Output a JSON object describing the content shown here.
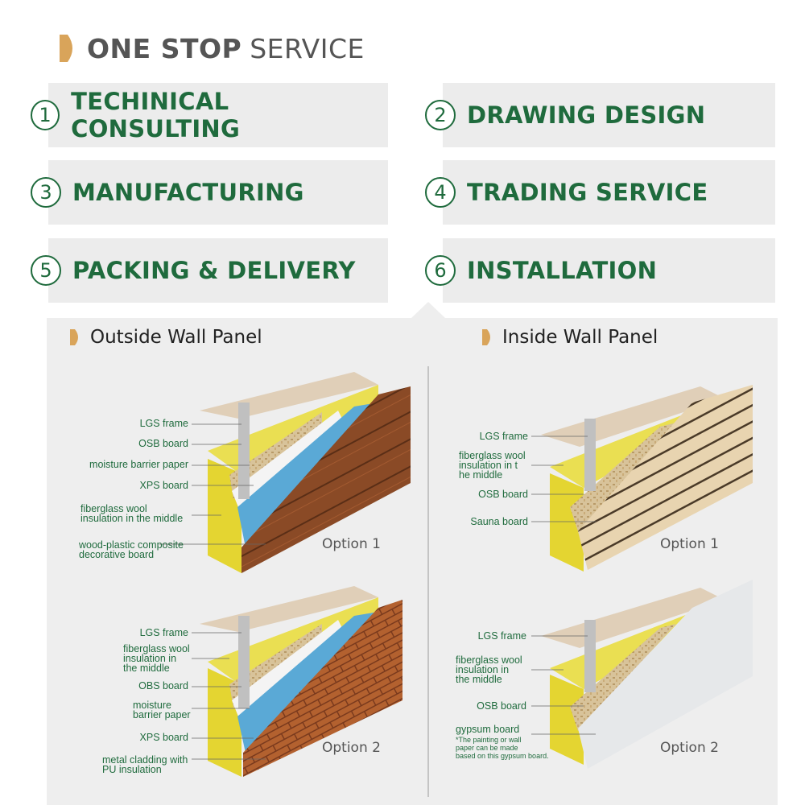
{
  "header": {
    "title_bold": "ONE STOP",
    "title_light": "SERVICE"
  },
  "services": [
    {
      "num": "1",
      "label": "TECHINICAL CONSULTING"
    },
    {
      "num": "2",
      "label": "DRAWING DESIGN"
    },
    {
      "num": "3",
      "label": "MANUFACTURING"
    },
    {
      "num": "4",
      "label": "TRADING SERVICE"
    },
    {
      "num": "5",
      "label": "PACKING & DELIVERY"
    },
    {
      "num": "6",
      "label": "INSTALLATION"
    }
  ],
  "outside": {
    "title": "Outside Wall Panel",
    "option1": {
      "caption": "Option 1",
      "labels": [
        "LGS frame",
        "OSB board",
        "moisture barrier paper",
        "XPS board",
        "fiberglass wool",
        "insulation in the middle",
        "wood-plastic composite",
        "decorative board"
      ]
    },
    "option2": {
      "caption": "Option 2",
      "labels": [
        "LGS frame",
        "fiberglass wool",
        "insulation in",
        "the middle",
        "OBS board",
        "moisture",
        "barrier paper",
        "XPS board",
        "metal cladding with",
        "PU insulation"
      ]
    }
  },
  "inside": {
    "title": "Inside Wall Panel",
    "option1": {
      "caption": "Option 1",
      "labels": [
        "LGS frame",
        "fiberglass wool",
        "insulation in t",
        "he middle",
        "OSB board",
        "Sauna board"
      ]
    },
    "option2": {
      "caption": "Option 2",
      "labels": [
        "LGS frame",
        "fiberglass wool",
        "insulation in",
        "the middle",
        "OSB board",
        "gypsum board"
      ],
      "note": [
        "*The painting or wall",
        "paper can be made",
        "based on this gypsum board."
      ]
    }
  },
  "colors": {
    "brand_green": "#1f6b3d",
    "accent_gold": "#d9a45a",
    "box_gray": "#ececec"
  }
}
